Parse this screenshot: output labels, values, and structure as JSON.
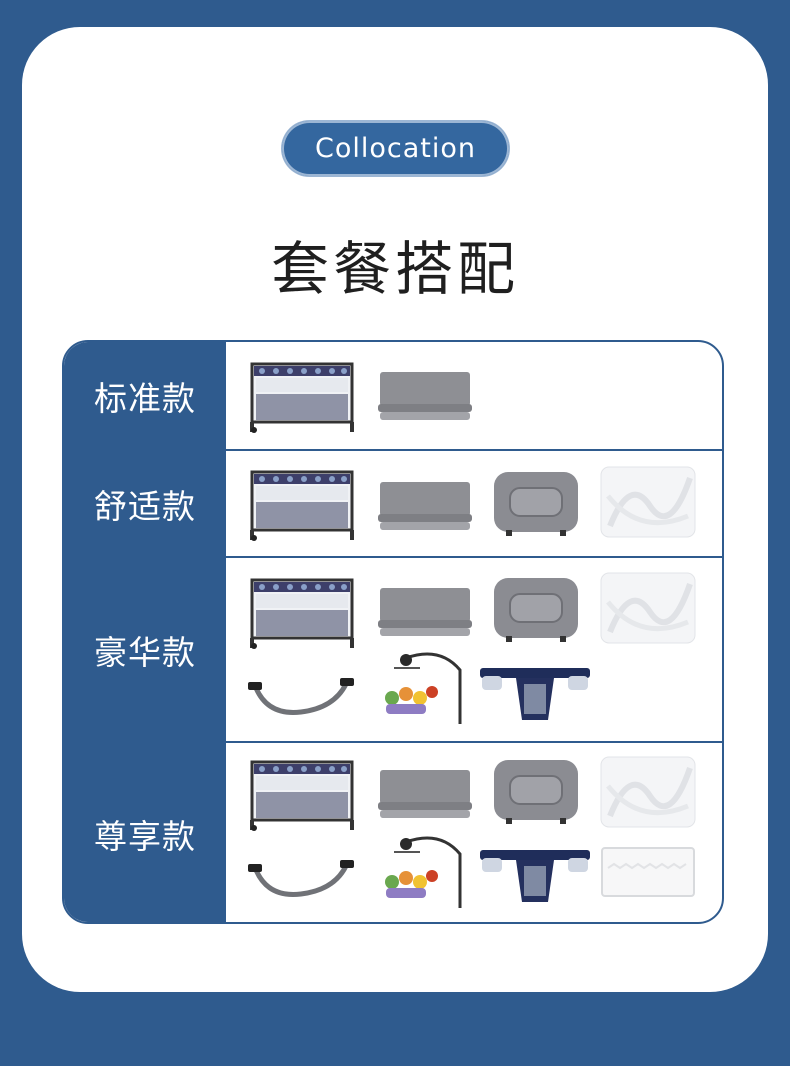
{
  "header": {
    "badge": "Collocation",
    "title": "套餐搭配"
  },
  "packages": [
    {
      "label": "标准款",
      "items": [
        "playpen-icon",
        "folded-mat-icon"
      ]
    },
    {
      "label": "舒适款",
      "items": [
        "playpen-icon",
        "folded-mat-icon",
        "bassinet-icon",
        "mosquito-net-icon"
      ]
    },
    {
      "label": "豪华款",
      "items": [
        "playpen-icon",
        "folded-mat-icon",
        "bassinet-icon",
        "mosquito-net-icon",
        "rocker-bar-icon",
        "toy-mobile-icon",
        "changing-table-icon"
      ]
    },
    {
      "label": "尊享款",
      "items": [
        "playpen-icon",
        "folded-mat-icon",
        "bassinet-icon",
        "mosquito-net-icon",
        "rocker-bar-icon",
        "toy-mobile-icon",
        "changing-table-icon",
        "mattress-icon"
      ]
    }
  ],
  "colors": {
    "brand_blue": "#2f5b8e",
    "badge_blue": "#34679f",
    "text_dark": "#1f1f1f"
  }
}
